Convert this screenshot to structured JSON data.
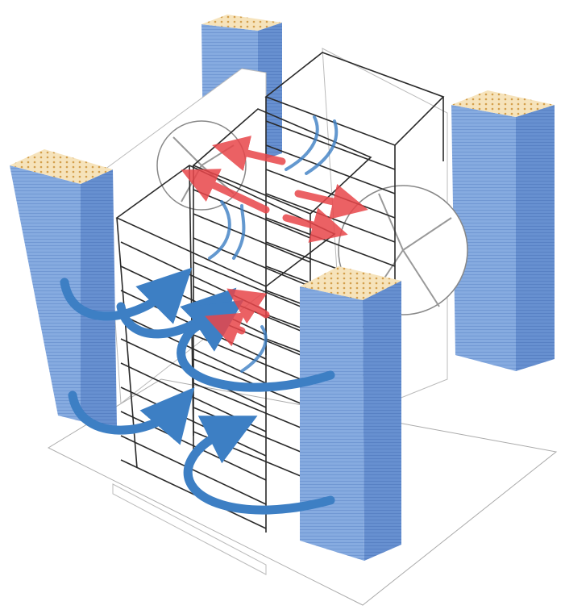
{
  "colors": {
    "pad_front": "#7fa6dc",
    "pad_side": "#5f86c8",
    "pad_top": "#f3d9a4",
    "pad_top_dots": "#d7a957",
    "cool_air_arrow": "#3d7fc4",
    "hot_air_arrow": "#e8464a",
    "frame": "#2a2a2a",
    "base": "#ffffff"
  },
  "components": [
    "evaporative-pad",
    "rack-frame",
    "exhaust-fan",
    "cool-airflow-arrow",
    "hot-airflow-arrow",
    "base-platform"
  ]
}
